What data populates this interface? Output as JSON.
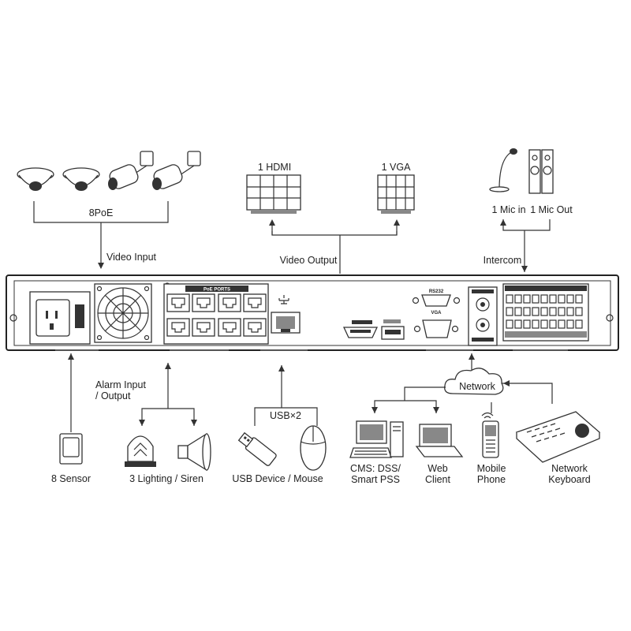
{
  "labels": {
    "poe": "8PoE",
    "video_input": "Video Input",
    "hdmi": "1 HDMI",
    "vga": "1 VGA",
    "video_output": "Video Output",
    "mic_in": "1 Mic in",
    "mic_out": "1 Mic Out",
    "intercom": "Intercom",
    "alarm_io_line1": "Alarm Input",
    "alarm_io_line2": "/ Output",
    "usb_x2": "USB×2",
    "network": "Network",
    "sensor": "8 Sensor",
    "lighting_siren": "3 Lighting / Siren",
    "usb_device_mouse": "USB Device / Mouse",
    "cms_line1": "CMS: DSS/",
    "cms_line2": "Smart PSS",
    "web_line1": "Web",
    "web_line2": "Client",
    "mobile_line1": "Mobile",
    "mobile_line2": "Phone",
    "netkb_line1": "Network",
    "netkb_line2": "Keyboard"
  },
  "panel_labels": {
    "poe_ports": "PoE PORTS",
    "rs232": "RS232",
    "vga_port": "VGA"
  },
  "icons": [
    "dome-camera-icon",
    "bullet-camera-icon",
    "monitor-icon",
    "microphone-icon",
    "speaker-icon",
    "sensor-icon",
    "alarm-light-icon",
    "siren-icon",
    "usb-stick-icon",
    "mouse-icon",
    "desktop-pc-icon",
    "laptop-icon",
    "mobile-phone-icon",
    "network-keyboard-icon",
    "cloud-icon"
  ]
}
